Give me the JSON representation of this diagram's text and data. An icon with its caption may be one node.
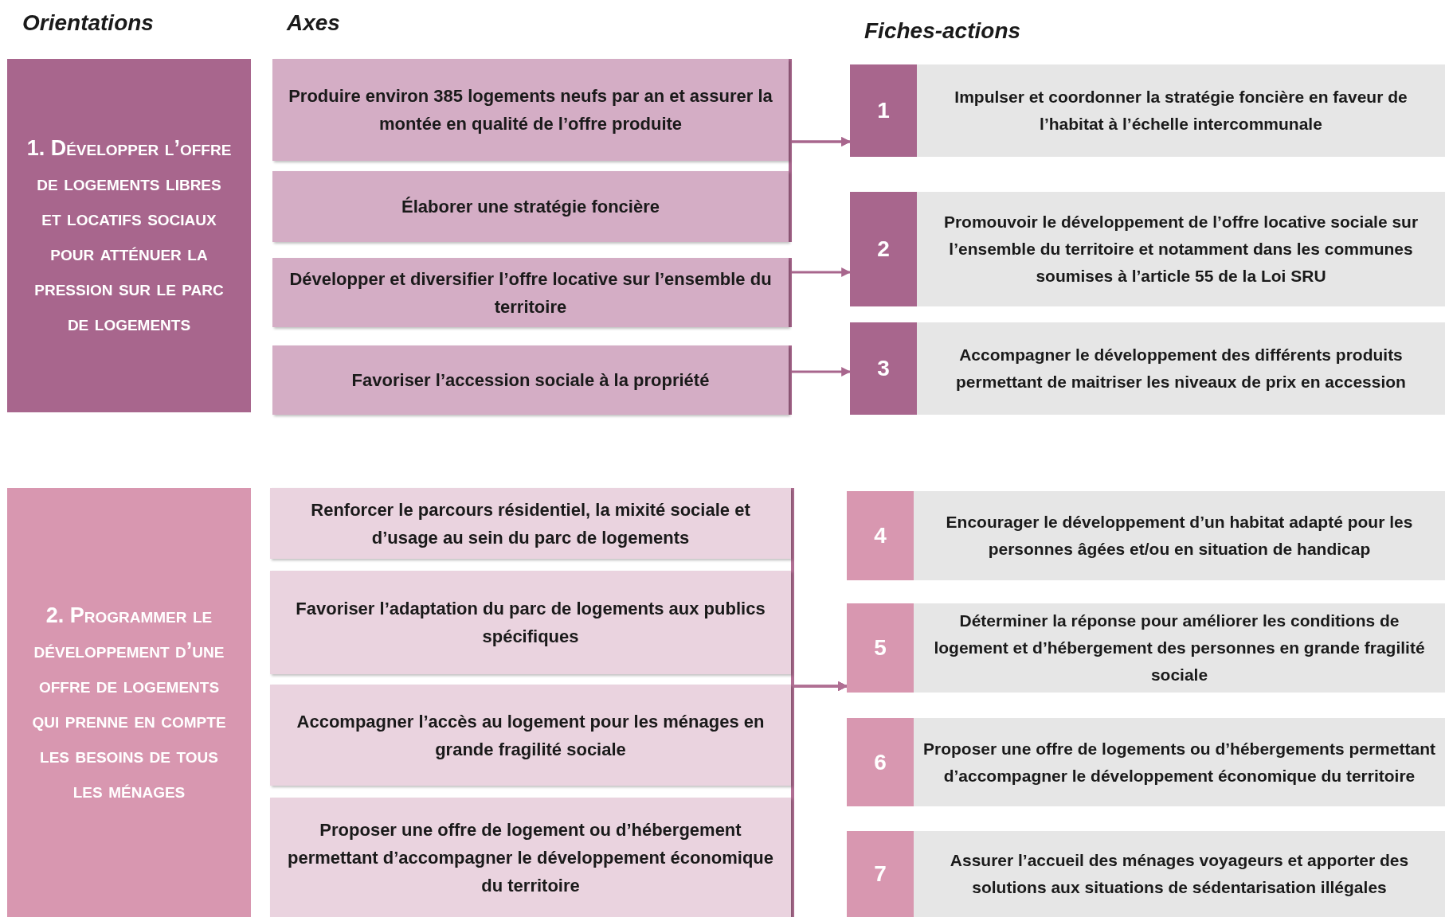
{
  "diagram": {
    "nodes": [
      {
        "text": [
          "1. Développer l’offre de logements libres et locatifs sociaux pour atténuer la pression sur le parc de logements"
        ]
      },
      {
        "text": [
          "Produire environ 385 logements neufs par an et assurer la montée en qualité de l’offre produite"
        ]
      },
      {
        "text": [
          "Élaborer une stratégie foncière"
        ]
      },
      {
        "text": [
          "Développer et diversifier l’offre locative sur l’ensemble du territoire"
        ]
      },
      {
        "text": [
          "Favoriser l’accession sociale à la propriété"
        ]
      },
      {
        "text": [
          "1",
          "Impulser et coordonner la stratégie foncière en faveur de l’habitat à l’échelle intercommunale"
        ]
      },
      {
        "text": [
          "2",
          "Promouvoir le développement de l’offre locative sociale sur l’ensemble du territoire et notamment dans les communes soumises à l’article 55 de la Loi SRU"
        ]
      },
      {
        "text": [
          "3",
          "Accompagner le développement des différents produits permettant de maitriser les niveaux de prix en accession"
        ]
      },
      {
        "text": [
          "2. Programmer le développement d’une offre de logements qui prenne en compte les besoins de tous les ménages"
        ]
      },
      {
        "text": [
          "Renforcer le parcours résidentiel, la mixité sociale et d’usage au sein du parc de logements"
        ]
      },
      {
        "text": [
          "Favoriser l’adaptation du parc de logements aux publics spécifiques"
        ]
      },
      {
        "text": [
          "Accompagner l’accès au logement pour les ménages en grande fragilité sociale"
        ]
      },
      {
        "text": [
          "Proposer une offre de logement ou d’hébergement permettant d’accompagner le développement économique du territoire"
        ]
      },
      {
        "text": [
          "4",
          "Encourager le développement d’un habitat adapté pour les personnes âgées et/ou en situation de handicap"
        ]
      },
      {
        "text": [
          "5",
          "Déterminer la réponse pour améliorer les conditions de logement et d’hébergement des personnes en grande fragilité sociale"
        ]
      },
      {
        "text": [
          "6",
          "Proposer une offre de logements ou d’hébergements permettant d’accompagner le développement économique du territoire"
        ]
      },
      {
        "text": [
          "7",
          "Assurer l’accueil des ménages voyageurs et apporter des solutions aux situations de sédentarisation illégales"
        ]
      }
    ],
    "edges": [
      {
        "from": 1,
        "to": 5,
        "arrow": "to"
      },
      {
        "from": 2,
        "to": 5,
        "arrow": "to"
      },
      {
        "from": 3,
        "to": 6,
        "arrow": "to"
      },
      {
        "from": 4,
        "to": 7,
        "arrow": "to"
      },
      {
        "from": 9,
        "to": 14,
        "arrow": "to"
      },
      {
        "from": 10,
        "to": 14,
        "arrow": "to"
      },
      {
        "from": 11,
        "to": 14,
        "arrow": "to"
      },
      {
        "from": 12,
        "to": 14,
        "arrow": "to"
      }
    ],
    "labels": [
      "Orientations",
      "Axes",
      "Fiches-actions"
    ]
  }
}
